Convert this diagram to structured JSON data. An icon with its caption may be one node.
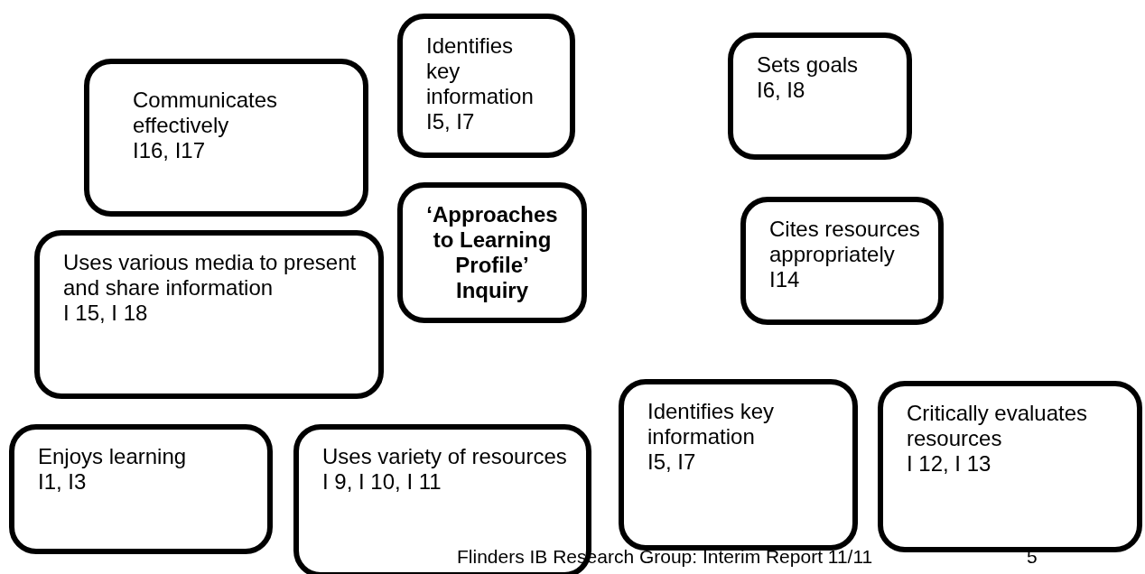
{
  "diagram": {
    "nodes": [
      {
        "text": [
          "Identifies key information",
          "I5, I7"
        ]
      },
      {
        "text": [
          "Sets goals",
          "I6, I8"
        ]
      },
      {
        "text": [
          "Communicates effectively",
          "I16, I17"
        ]
      },
      {
        "text": [
          "‘Approaches to Learning Profile’ Inquiry"
        ]
      },
      {
        "text": [
          "Cites resources appropriately",
          "I14"
        ]
      },
      {
        "text": [
          "Uses various media to present and share information",
          "I 15, I 18"
        ]
      },
      {
        "text": [
          "Identifies key information",
          "I5, I7"
        ]
      },
      {
        "text": [
          "Critically evaluates resources",
          "I 12, I 13"
        ]
      },
      {
        "text": [
          "Enjoys learning",
          "I1, I3"
        ]
      },
      {
        "text": [
          "Uses variety of resources",
          "I 9, I 10, I 11"
        ]
      }
    ],
    "edges": [],
    "labels": [
      "Flinders IB Research Group: Interim Report 11/11",
      "5"
    ]
  }
}
